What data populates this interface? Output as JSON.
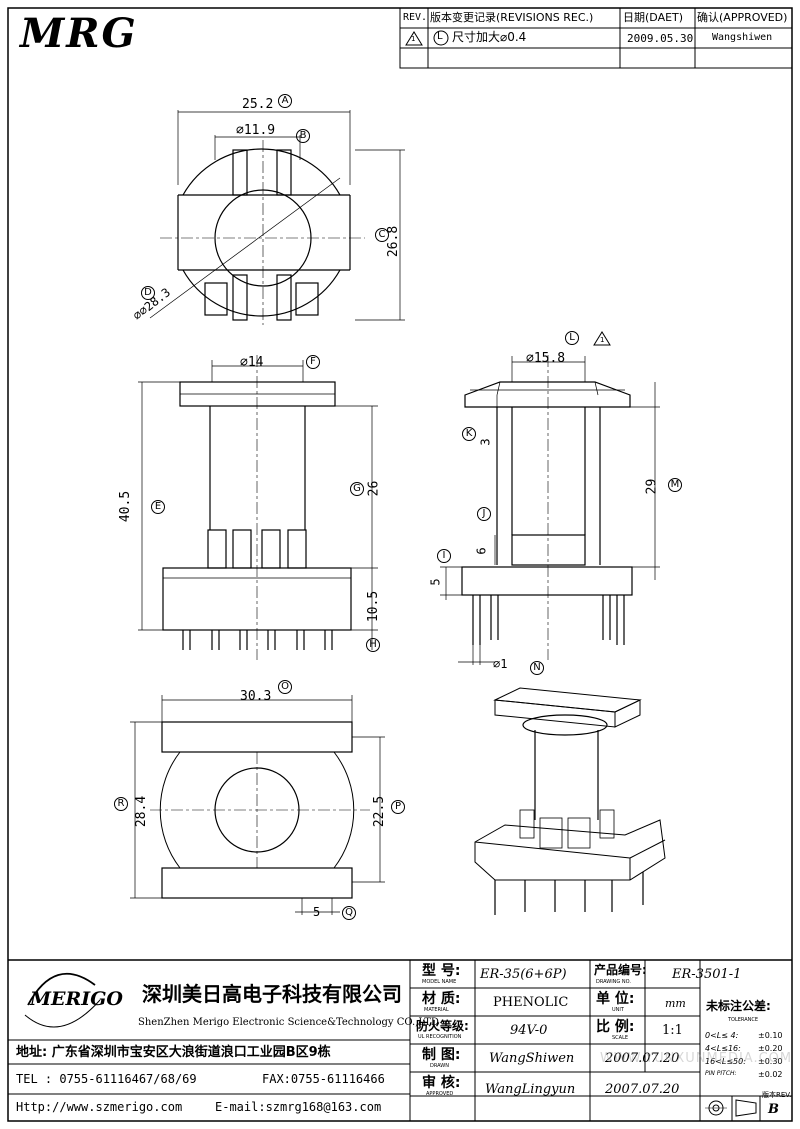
{
  "logo_top": "MRG",
  "revision": {
    "headers": [
      "REV.",
      "版本变更记录(REVISIONS REC.)",
      "日期(DAET)",
      "确认(APPROVED)"
    ],
    "rows": [
      {
        "rev_symbol": "1",
        "mark": "L",
        "text": "尺寸加大⌀0.4",
        "date": "2009.05.30",
        "approved": "Wangshiwen"
      }
    ]
  },
  "dims": {
    "a_val": "25.2",
    "a_tag": "A",
    "b_val": "⌀11.9",
    "b_tag": "B",
    "c_val": "26.8",
    "c_tag": "C",
    "d_val": "⌀⌀28.3",
    "d_tag": "D",
    "e_val": "40.5",
    "e_tag": "E",
    "f_val": "⌀14",
    "f_tag": "F",
    "g_val": "26",
    "g_tag": "G",
    "h_val": "10.5",
    "h_tag": "H",
    "i_val": "5",
    "i_tag": "I",
    "j_val": "6",
    "j_tag": "J",
    "k_val": "3",
    "k_tag": "K",
    "l_val": "⌀15.8",
    "l_tag": "L",
    "m_val": "29",
    "m_tag": "M",
    "n_tag": "N",
    "o_val": "30.3",
    "o_tag": "O",
    "p_val": "22.5",
    "p_tag": "P",
    "q_val": "5",
    "q_tag": "Q",
    "r_val": "28.4",
    "r_tag": "R",
    "pin_val": "⌀1",
    "rev_mark": "1"
  },
  "title_block": {
    "company_logo": "MERIGO",
    "company_cn": "深圳美日高电子科技有限公司",
    "company_en": "ShenZhen Merigo Electronic Science&Technology CO.,LTD",
    "address": "地址: 广东省深圳市宝安区大浪街道浪口工业园B区9栋",
    "tel": "TEL : 0755-61116467/68/69",
    "fax": "FAX:0755-61116466",
    "http": "Http://www.szmerigo.com",
    "email": "E-mail:szmrg168@163.com",
    "model_label_cn": "型 号:",
    "model_label_en": "MODEL NAME",
    "model_value": "ER-35(6+6P)",
    "drawing_label_cn": "产品编号:",
    "drawing_label_en": "DRAWING NO.",
    "drawing_value": "ER-3501-1",
    "material_label_cn": "材 质:",
    "material_label_en": "MATERIAL",
    "material_value": "PHENOLIC",
    "unit_label_cn": "单 位:",
    "unit_label_en": "UNIT",
    "unit_value": "mm",
    "ul_label_cn": "防火等级:",
    "ul_label_en": "UL RECOGNITION",
    "ul_value": "94V-0",
    "scale_label_cn": "比 例:",
    "scale_label_en": "SCALE",
    "scale_value": "1:1",
    "drawn_label_cn": "制 图:",
    "drawn_label_en": "DRAWN",
    "drawn_value": "WangShiwen",
    "drawn_date": "2007.07.20",
    "approved_label_cn": "审 核:",
    "approved_label_en": "APPROVED",
    "approved_value": "WangLingyun",
    "approved_date": "2007.07.20",
    "tolerance_title": "未标注公差:",
    "tolerance_sub": "TOLERANCE",
    "tolerances": [
      {
        "range": "0<L≤ 4:",
        "value": "±0.10"
      },
      {
        "range": "4<L≤16:",
        "value": "±0.20"
      },
      {
        "range": "16<L≤50:",
        "value": "±0.30"
      },
      {
        "range": "PIN PITCH:",
        "value": "±0.02"
      }
    ],
    "version_label": "版本REV.",
    "version_value": "B"
  },
  "watermark": "WWW.YUNXUNMEDIA.COM"
}
